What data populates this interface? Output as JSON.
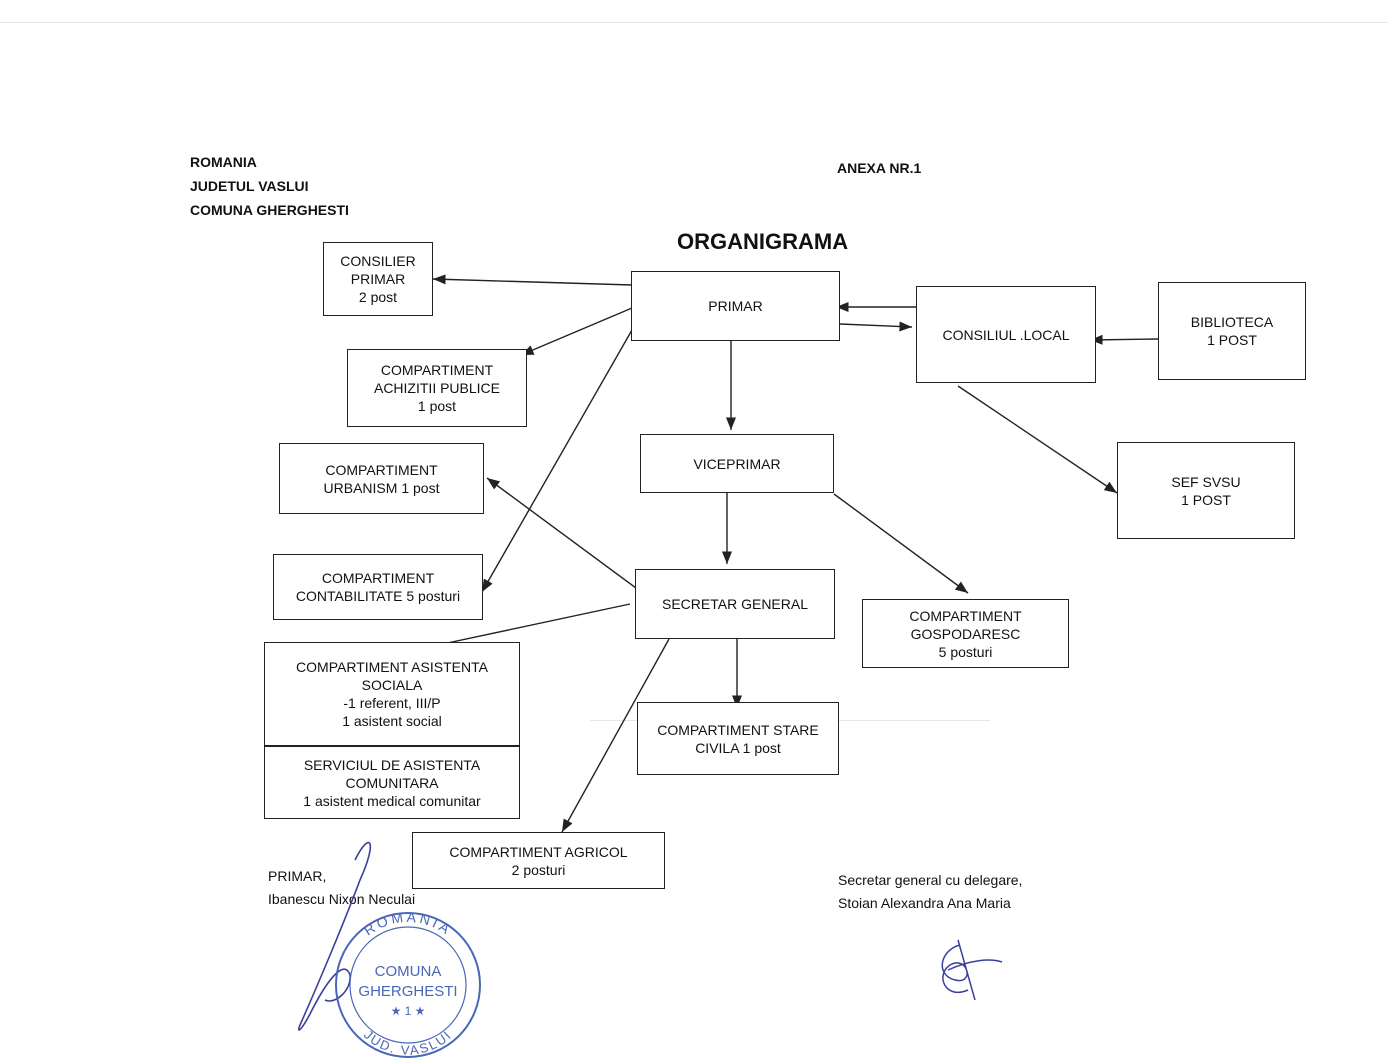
{
  "header": {
    "country": "ROMANIA",
    "county": "JUDETUL VASLUI",
    "commune": "COMUNA GHERGHESTI",
    "annex": "ANEXA NR.1"
  },
  "title": "ORGANIGRAMA",
  "nodes": {
    "consilier_primar": [
      "CONSILIER",
      "PRIMAR",
      "2 post"
    ],
    "primar": [
      "PRIMAR"
    ],
    "consiliul_local": [
      "CONSILIUL .LOCAL"
    ],
    "biblioteca": [
      "BIBLIOTECA",
      "1 POST"
    ],
    "achizitii": [
      "COMPARTIMENT",
      "ACHIZITII PUBLICE",
      "1 post"
    ],
    "urbanism": [
      "COMPARTIMENT",
      "URBANISM 1 post"
    ],
    "viceprimar": [
      "VICEPRIMAR"
    ],
    "sef_svsu": [
      "SEF SVSU",
      "1 POST"
    ],
    "contabilitate": [
      "COMPARTIMENT",
      "CONTABILITATE 5 posturi"
    ],
    "secretar_general": [
      "SECRETAR GENERAL"
    ],
    "gospodaresc": [
      "COMPARTIMENT",
      "GOSPODARESC",
      "5 posturi"
    ],
    "asistenta_sociala": [
      "COMPARTIMENT ASISTENTA",
      "SOCIALA",
      "-1 referent, III/P",
      "1 asistent social"
    ],
    "serviciul_asistenta": [
      "SERVICIUL DE ASISTENTA",
      "COMUNITARA",
      "1 asistent medical comunitar"
    ],
    "stare_civila": [
      "COMPARTIMENT STARE",
      "CIVILA 1 post"
    ],
    "agricol": [
      "COMPARTIMENT AGRICOL",
      "2 posturi"
    ]
  },
  "signatures": {
    "left_role": "PRIMAR,",
    "left_name": "Ibanescu Nixon Neculai",
    "right_role": "Secretar general cu delegare,",
    "right_name": "Stoian Alexandra Ana Maria"
  },
  "stamp": {
    "top_text": "ROMANIA",
    "line1": "COMUNA",
    "line2": "GHERGHESTI",
    "line3": "★ 1 ★",
    "bottom_text": "JUD. VASLUI"
  }
}
